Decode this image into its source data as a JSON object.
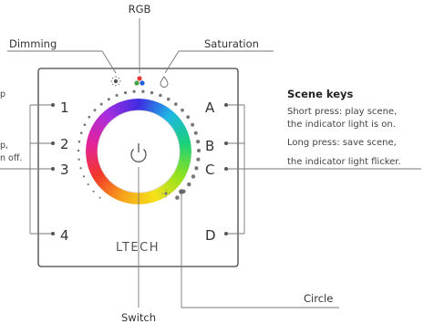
{
  "labels": {
    "rgb": "RGB",
    "dimming": "Dimming",
    "saturation": "Saturation",
    "switch": "Switch",
    "circle": "Circle"
  },
  "keys": {
    "left": [
      "1",
      "2",
      "3",
      "4"
    ],
    "right": [
      "A",
      "B",
      "C",
      "D"
    ]
  },
  "brand": "LTECH",
  "scene_keys": {
    "title": "Scene keys",
    "short_press_line1": "Short press: play scene,",
    "short_press_line2": "the indicator light is on.",
    "long_press_line1": "Long press: save scene,",
    "long_press_line2": "the indicator light flicker."
  },
  "left_cut_text": {
    "line1": "p",
    "line2": "p,",
    "line3": "n off."
  },
  "icons": [
    "sun-icon",
    "rgb-dots-icon",
    "drop-icon",
    "power-icon"
  ],
  "colors": {
    "panel_border": "#444444",
    "leader_line": "#777777",
    "text": "#333333"
  }
}
